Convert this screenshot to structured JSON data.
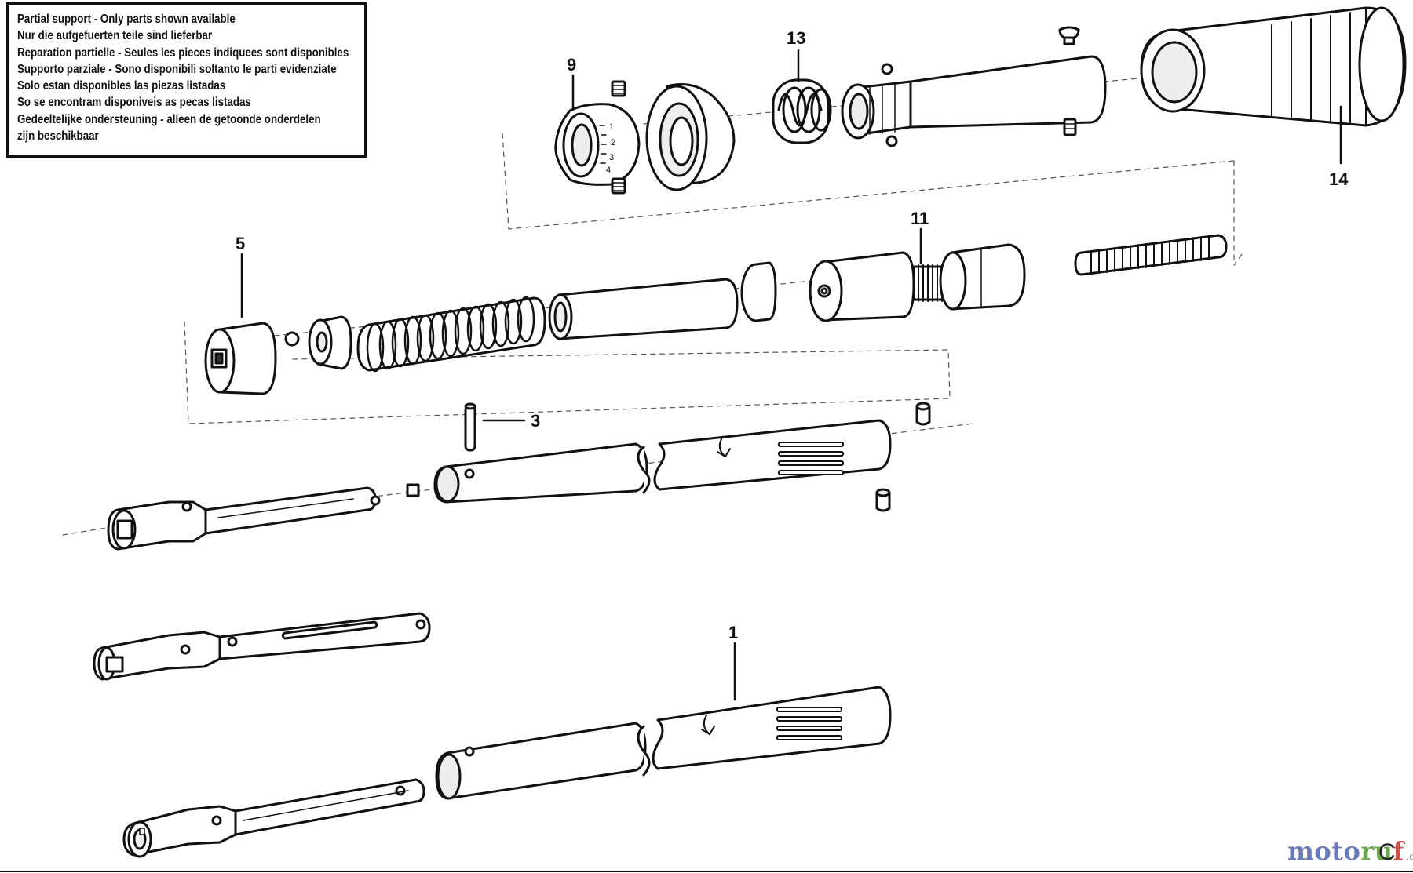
{
  "notice": {
    "lines": [
      "Partial support - Only parts shown available",
      "Nur die aufgefuerten teile sind lieferbar",
      "Reparation partielle - Seules les pieces indiquees sont disponibles",
      "Supporto parziale - Sono disponibili soltanto le parti evidenziate",
      "Solo estan disponibles las piezas listadas",
      "So se encontram disponiveis as pecas listadas",
      "Gedeeltelijke ondersteuning - alleen de getoonde onderdelen",
      "zijn beschikbaar"
    ]
  },
  "callouts": {
    "c9": "9",
    "c13": "13",
    "c14": "14",
    "c5": "5",
    "c11": "11",
    "c3": "3",
    "c1": "1"
  },
  "dial_marks": [
    "1",
    "2",
    "3",
    "4"
  ],
  "watermark": {
    "part1": "moto",
    "part2": "ru",
    "part3": "f",
    "tld": ".de",
    "sheet_letter": "C"
  },
  "colors": {
    "line": "#111111",
    "fill": "#ffffff",
    "shade": "#dcdcdc"
  }
}
